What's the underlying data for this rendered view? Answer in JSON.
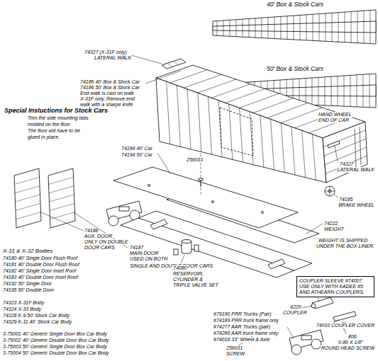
{
  "diagram": {
    "nodes": [
      {
        "text": [
          "COUPLER SLEEVE #74007 USE ONLY WITH KADEE #5 AND ATHEARN COUPLERS."
        ]
      }
    ],
    "labels": [
      "40' Box & Stock Cars",
      "50' Box & Stock Cars",
      "HAND WHEEL",
      "END OF CAR",
      "74327 (X-31F only)",
      "LATERAL WALK",
      "74186 40' Box & Stock Car",
      "74186 50' Box & Stock Car",
      "End walk is cast on walk",
      "X-31F only. Remove end",
      "walk with a sharpe knife",
      "Special Instuctions for Stock Cars",
      "Trim the side mounting tabs",
      "molded on the floor",
      "The floor will have to be",
      "glued in place.",
      "74184 40' Car",
      "74194 50' Car",
      "256031",
      "74327",
      "LATERAL WALK",
      "74185",
      "BRAKE WHEEL",
      "74222",
      "WEIGHT",
      "WEIGHT IS SHIPPED",
      "UNDER THE BOX LINER.",
      "74188",
      "AUX. DOOR",
      "ONLY ON DOUBLE",
      "DOOR CARS",
      "74187",
      "MAIN DOOR",
      "USED ON BOTH",
      "SINGLE AND DOUBLE DOOR CARS",
      "74080",
      "RESERVOIR,",
      "CYLINDER &",
      "TRIPLE VALVE SET",
      "X-31 & X-32 Bodies",
      "74180 40' Single Door Flush Roof",
      "74181 40' Double Door Flush Roof",
      "74182 40' Single Door Inset Roof",
      "74183 40' Double Door Inset Roof",
      "74192 50' Single Door",
      "74195 50' Double Door",
      "74323 X-31F Body",
      "74324 X-33 Body",
      "74328 K-9 50' Stock Car Body",
      "74329 K-11 40' Stock Car Body",
      "3-75001 40' Generic Single Door Box Car Body",
      "3-75002 40' Generic Double Door Box Car Body",
      "3-75003 50' Generic Single Door Box Car Body",
      "3-75004 50' Generic Double Door Box Car Body",
      "4220",
      "COUPLER",
      "74010 COUPLER COVER",
      "806",
      "0-80 X 1/8\"",
      "ROUND HEAD SCREW",
      "#79190 PRR Trucks (Pair)",
      "#74189 PRR truck frame only",
      "#74277 AAR Trucks (pair)",
      "#74286 AAR truck frame only",
      "#74018 33\" Wheel & Axle",
      "256031",
      "SCREW"
    ]
  }
}
